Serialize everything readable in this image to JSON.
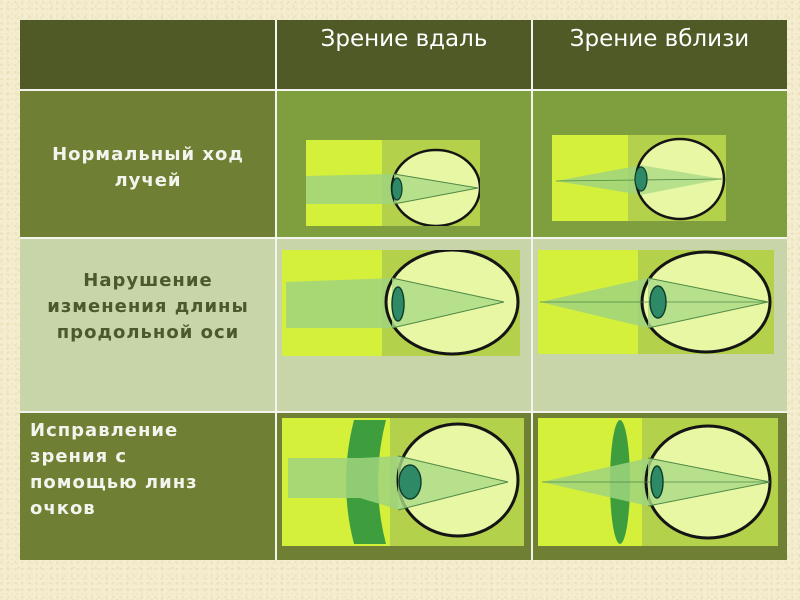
{
  "header": {
    "col1": "Зрение вдаль",
    "col2": "Зрение вблизи"
  },
  "rows": [
    {
      "label_lines": [
        "Нормальный ход",
        "лучей"
      ]
    },
    {
      "label_lines": [
        "Нарушение",
        "изменения длины",
        "продольной оси"
      ]
    },
    {
      "label_lines": [
        "Исправление",
        "зрения с",
        "помощью линз",
        "очков"
      ]
    }
  ],
  "colors": {
    "table_dark": "#4f5a27",
    "cell_olive": "#6f7f33",
    "cell_green": "#7f9f3f",
    "cell_pale": "#c8d5a8",
    "diagram_yellow": "#d4f03a",
    "eye_fill": "#e8f7a4",
    "lens": "#2e8a66",
    "corrective_lens": "#3e9e3e"
  }
}
